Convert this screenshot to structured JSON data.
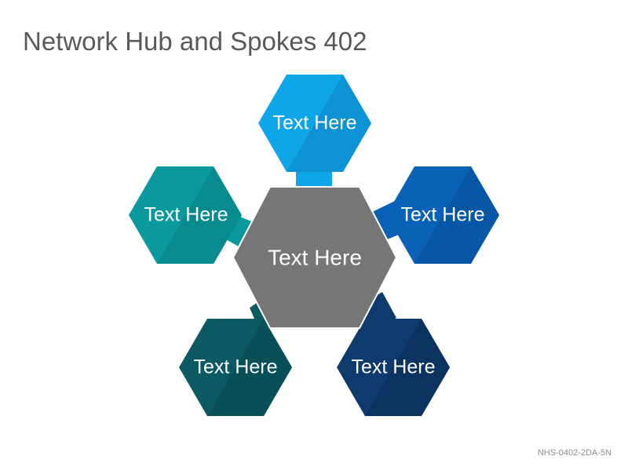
{
  "title": "Network Hub and Spokes 402",
  "code": "NHS-0402-2DA-5N",
  "hub": {
    "label": "Text Here",
    "color": "#767676"
  },
  "spokes": [
    {
      "id": "top",
      "label": "Text Here",
      "color": "#0ea5e9",
      "dark": "#0b84c4"
    },
    {
      "id": "right",
      "label": "Text Here",
      "color": "#0a62b8",
      "dark": "#084f97"
    },
    {
      "id": "bottom-right",
      "label": "Text Here",
      "color": "#0f3a6e",
      "dark": "#0b2c56"
    },
    {
      "id": "bottom-left",
      "label": "Text Here",
      "color": "#0b5a63",
      "dark": "#08474f"
    },
    {
      "id": "left",
      "label": "Text Here",
      "color": "#0a9a9e",
      "dark": "#087f84"
    }
  ]
}
